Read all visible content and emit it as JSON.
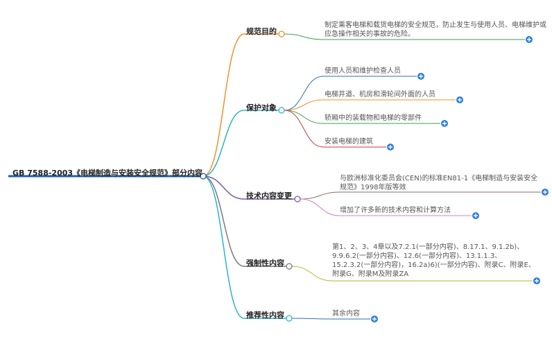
{
  "root": {
    "label": "GB 7588-2003《电梯制造与安装安全规范》部分内容"
  },
  "branches": [
    {
      "label": "规范目的",
      "color": "#f0902a",
      "children": [
        {
          "label": "制定乘客电梯和载货电梯的安全规范，防止发生与使用人员、电梯维护或应急操作相关的事故的危险。",
          "color": "#3aa34a"
        }
      ]
    },
    {
      "label": "保护对象",
      "color": "#2bb3c7",
      "children": [
        {
          "label": "使用人员和维护检查人员",
          "color": "#2a6fb5"
        },
        {
          "label": "电梯井道、机房和滑轮间外面的人员",
          "color": "#f0902a"
        },
        {
          "label": "轿厢中的装载物和电梯的零部件",
          "color": "#3aa34a"
        },
        {
          "label": "安装电梯的建筑",
          "color": "#c43a3a"
        }
      ]
    },
    {
      "label": "技术内容变更",
      "color": "#7d5aa8",
      "children": [
        {
          "label": "与欧洲标准化委员会(CEN)的标准EN81-1《电梯制造与安装安全规范》1998年版等效",
          "color": "#8a6a5a"
        },
        {
          "label": "增加了许多新的技术内容和计算方法",
          "color": "#d47fc8"
        }
      ]
    },
    {
      "label": "强制性内容",
      "color": "#7a7a7a",
      "children": [
        {
          "label": "第1、2、3、4章以及7.2.1(一部分内容)、8.17.1、9.1.2b)、9.9.6.2(一部分内容)、12.6(一部分内容)、13.1.1.3、15.2.3.2(一部分内容)，16.2a)6)(一部分内容)、附录C、附录E、附录G、附录M及附录ZA",
          "color": "#b5b52a"
        }
      ]
    },
    {
      "label": "推荐性内容",
      "color": "#2bb3c7",
      "children": [
        {
          "label": "其余内容",
          "color": "#2a6fb5"
        }
      ]
    }
  ],
  "colors": {
    "root_line": "#1f5fa8",
    "expand_button": "#2a7de1"
  },
  "icons": {
    "expand": "plus-icon",
    "node": "circle-node-icon"
  }
}
